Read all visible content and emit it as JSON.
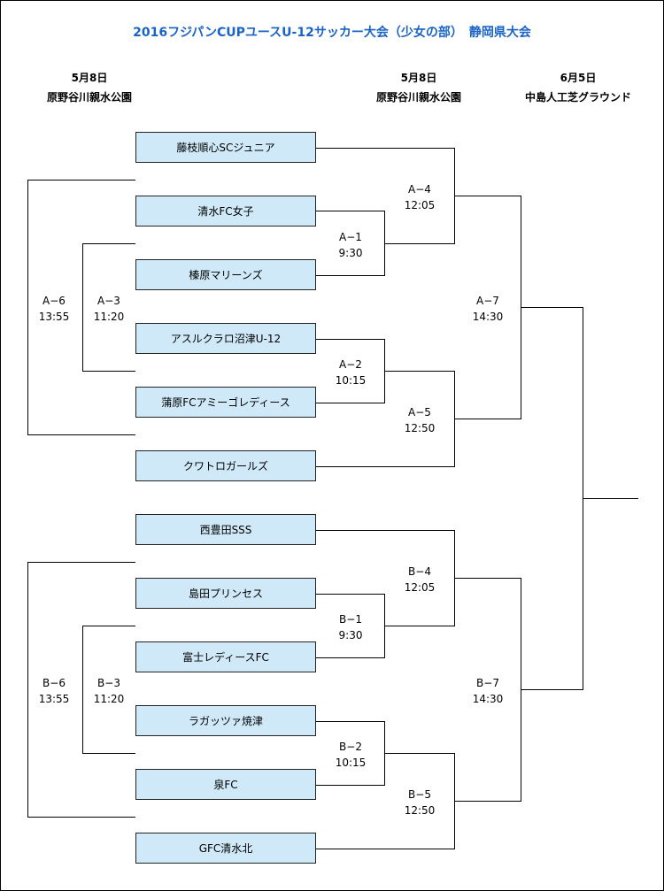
{
  "title": "2016フジパンCUPユースU-12サッカー大会（少女の部）　静岡県大会",
  "headers": {
    "left": {
      "date": "5月8日",
      "venue": "原野谷川親水公園"
    },
    "middle": {
      "date": "5月8日",
      "venue": "原野谷川親水公園"
    },
    "right": {
      "date": "6月5日",
      "venue": "中島人工芝グラウンド"
    }
  },
  "teams": {
    "a1": "藤枝順心SCジュニア",
    "a2": "清水FC女子",
    "a3": "榛原マリーンズ",
    "a4": "アスルクラロ沼津U-12",
    "a5": "蒲原FCアミーゴレディース",
    "a6": "クワトロガールズ",
    "b1": "西豊田SSS",
    "b2": "島田プリンセス",
    "b3": "富士レディースFC",
    "b4": "ラガッツァ焼津",
    "b5": "泉FC",
    "b6": "GFC清水北"
  },
  "matches": {
    "A1": {
      "label": "A−1",
      "time": "9:30"
    },
    "A2": {
      "label": "A−2",
      "time": "10:15"
    },
    "A3": {
      "label": "A−3",
      "time": "11:20"
    },
    "A4": {
      "label": "A−4",
      "time": "12:05"
    },
    "A5": {
      "label": "A−5",
      "time": "12:50"
    },
    "A6": {
      "label": "A−6",
      "time": "13:55"
    },
    "A7": {
      "label": "A−7",
      "time": "14:30"
    },
    "B1": {
      "label": "B−1",
      "time": "9:30"
    },
    "B2": {
      "label": "B−2",
      "time": "10:15"
    },
    "B3": {
      "label": "B−3",
      "time": "11:20"
    },
    "B4": {
      "label": "B−4",
      "time": "12:05"
    },
    "B5": {
      "label": "B−5",
      "time": "12:50"
    },
    "B6": {
      "label": "B−6",
      "time": "13:55"
    },
    "B7": {
      "label": "B−7",
      "time": "14:30"
    }
  }
}
